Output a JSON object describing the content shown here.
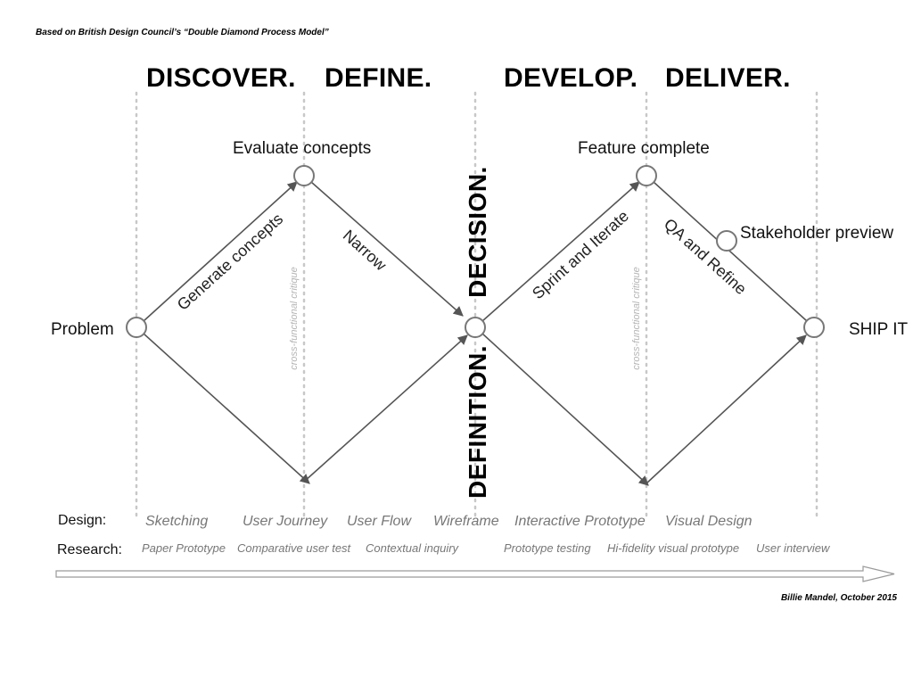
{
  "header": {
    "source_note": "Based on British Design Council’s “Double Diamond Process Model”"
  },
  "phases": [
    "DISCOVER.",
    "DEFINE.",
    "DEVELOP.",
    "DELIVER."
  ],
  "nodes": {
    "problem": "Problem",
    "evaluate": "Evaluate concepts",
    "feature": "Feature complete",
    "stakeholder": "Stakeholder preview",
    "ship": "SHIP IT"
  },
  "edges": {
    "generate": "Generate concepts",
    "narrow": "Narrow",
    "sprint": "Sprint and Iterate",
    "qa": "QA and Refine"
  },
  "center": {
    "decision": "DECISION.",
    "definition": "DEFINITION."
  },
  "critique": [
    "cross-functional critique",
    "cross-functional critique"
  ],
  "design_row": {
    "label": "Design:",
    "items": [
      "Sketching",
      "User Journey",
      "User Flow",
      "Wireframe",
      "Interactive Prototype",
      "Visual Design"
    ]
  },
  "research_row": {
    "label": "Research:",
    "items": [
      "Paper Prototype",
      "Comparative user test",
      "Contextual inquiry",
      "Prototype testing",
      "Hi-fidelity visual prototype",
      "User interview"
    ]
  },
  "footer": {
    "credit": "Billie Mandel, October 2015"
  }
}
